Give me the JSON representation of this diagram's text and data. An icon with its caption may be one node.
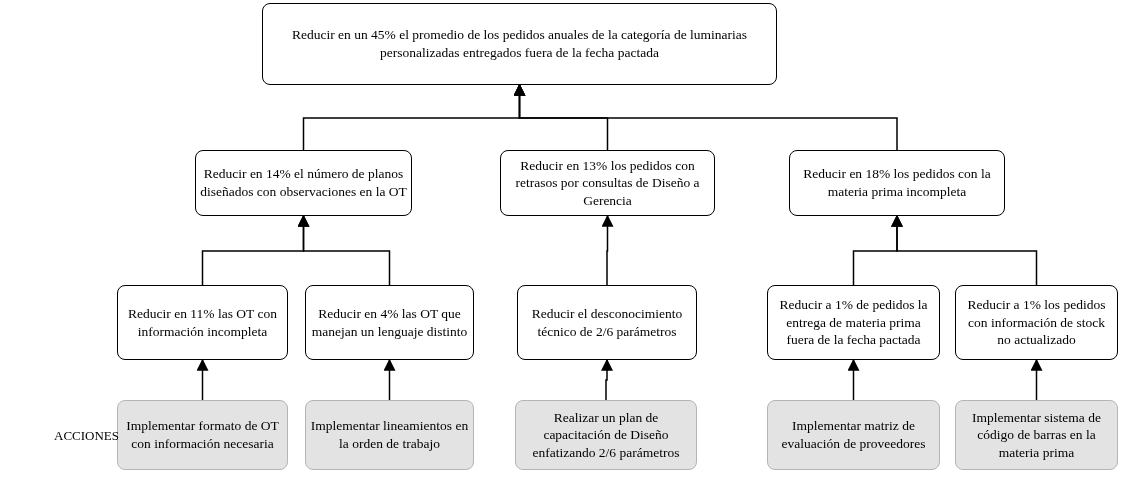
{
  "diagram": {
    "nodes": [
      {
        "text": [
          "Reducir en un 45% el promedio de los pedidos anuales de la categoría de luminarias personalizadas entregados fuera de la fecha pactada"
        ]
      },
      {
        "text": [
          "Reducir en 14% el número de planos diseñados con observaciones en la OT"
        ]
      },
      {
        "text": [
          "Reducir en 13% los pedidos con retrasos por consultas de Diseño a Gerencia"
        ]
      },
      {
        "text": [
          "Reducir en 18% los pedidos con la materia prima incompleta"
        ]
      },
      {
        "text": [
          "Reducir en 11% las OT con información incompleta"
        ]
      },
      {
        "text": [
          "Reducir en 4% las OT que manejan un lenguaje distinto"
        ]
      },
      {
        "text": [
          "Reducir el desconocimiento técnico de 2/6 parámetros"
        ]
      },
      {
        "text": [
          "Reducir a 1% de pedidos la entrega de materia prima fuera de la fecha pactada"
        ]
      },
      {
        "text": [
          "Reducir a 1% los pedidos con información de stock no actualizado"
        ]
      },
      {
        "text": [
          "Implementar formato de OT con información necesaria"
        ]
      },
      {
        "text": [
          "Implementar lineamientos en la orden de trabajo"
        ]
      },
      {
        "text": [
          "Realizar un plan de capacitación de Diseño enfatizando 2/6 parámetros"
        ]
      },
      {
        "text": [
          "Implementar matriz de evaluación de proveedores"
        ]
      },
      {
        "text": [
          "Implementar sistema de código de barras en la materia prima"
        ]
      }
    ],
    "edges": [
      {
        "from": 1,
        "to": 0,
        "arrow": "to"
      },
      {
        "from": 2,
        "to": 0,
        "arrow": "to"
      },
      {
        "from": 3,
        "to": 0,
        "arrow": "to"
      },
      {
        "from": 4,
        "to": 1,
        "arrow": "to"
      },
      {
        "from": 5,
        "to": 1,
        "arrow": "to"
      },
      {
        "from": 6,
        "to": 2,
        "arrow": "to"
      },
      {
        "from": 7,
        "to": 3,
        "arrow": "to"
      },
      {
        "from": 8,
        "to": 3,
        "arrow": "to"
      },
      {
        "from": 9,
        "to": 4,
        "arrow": "to"
      },
      {
        "from": 10,
        "to": 5,
        "arrow": "to"
      },
      {
        "from": 11,
        "to": 6,
        "arrow": "to"
      },
      {
        "from": 12,
        "to": 7,
        "arrow": "to"
      },
      {
        "from": 13,
        "to": 8,
        "arrow": "to"
      }
    ],
    "labels": [
      "ACCIONES"
    ]
  }
}
